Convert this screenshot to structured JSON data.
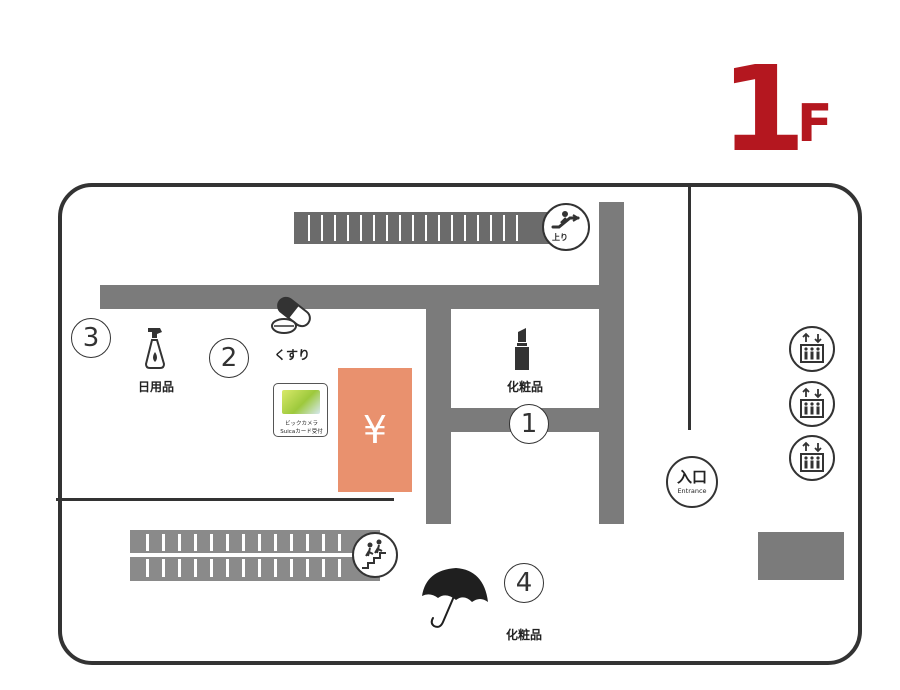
{
  "floor": {
    "number": "1",
    "unit": "F"
  },
  "atm": {
    "symbol": "¥"
  },
  "sections": [
    {
      "number": "1",
      "label": "化粧品",
      "icon": "lipstick-icon"
    },
    {
      "number": "2",
      "label": "くすり",
      "icon": "pill-icon"
    },
    {
      "number": "3",
      "label": "日用品",
      "icon": "spray-bottle-icon"
    },
    {
      "number": "4",
      "label": "化粧品",
      "icon": "umbrella-icon"
    }
  ],
  "entrance": {
    "label": "入口",
    "sublabel": "Entrance"
  },
  "escalator": {
    "label": "上り",
    "icon": "escalator-up-icon"
  },
  "stairs": {
    "icon": "stairs-icon"
  },
  "elevators": {
    "count": 3,
    "icon": "elevator-icon"
  },
  "card": {
    "line1": "ビックカメラ",
    "line2": "Suicaカード受付"
  },
  "colors": {
    "brand_red": "#b4171f",
    "atm": "#e9916e",
    "aisle": "#7b7b7b",
    "wall": "#333333"
  }
}
